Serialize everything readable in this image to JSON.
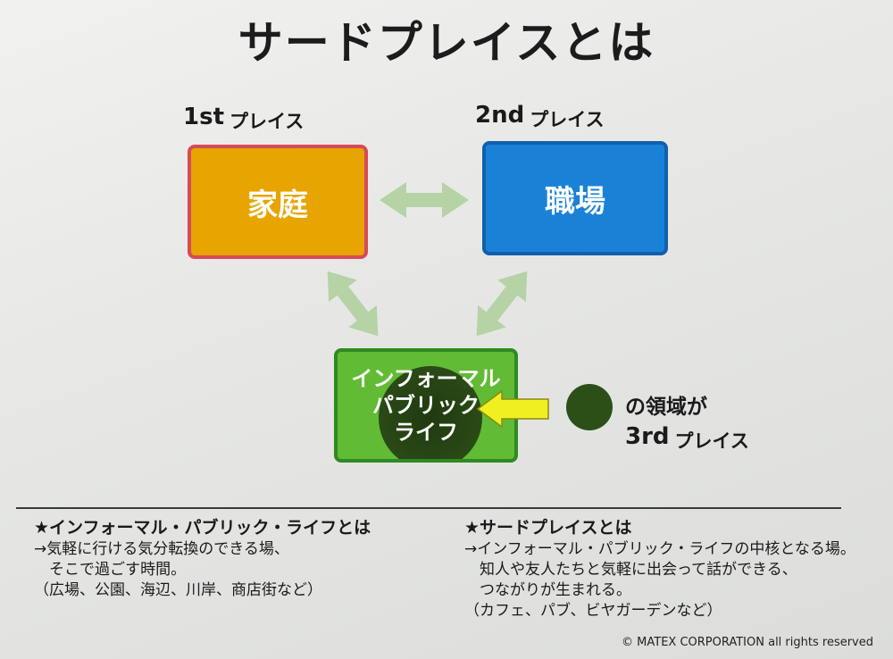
{
  "title": "サードプレイスとは",
  "places": {
    "first": {
      "num": "1st",
      "suffix": "プレイス",
      "box": "家庭"
    },
    "second": {
      "num": "2nd",
      "suffix": "プレイス",
      "box": "職場"
    },
    "informal": {
      "lines": [
        "インフォーマル",
        "パブリック",
        "ライフ"
      ]
    }
  },
  "legend": {
    "text": "の領域が",
    "num": "3rd",
    "suffix": "プレイス"
  },
  "notes": {
    "left": {
      "heading": "★インフォーマル・パブリック・ライフとは",
      "lines": [
        "→気軽に行ける気分転換のできる場、",
        "　そこで過ごす時間。",
        "（広場、公園、海辺、川岸、商店街など）"
      ]
    },
    "right": {
      "heading": "★サードプレイスとは",
      "lines": [
        "→インフォーマル・パブリック・ライフの中核となる場。",
        "　知人や友人たちと気軽に出会って話ができる、",
        "　つながりが生まれる。",
        "（カフェ、パブ、ビヤガーデンなど）"
      ]
    }
  },
  "copyright": "© MATEX CORPORATION all rights reserved",
  "colors": {
    "home_fill": "#e8a400",
    "home_border": "#d64b55",
    "work_fill": "#1a82d6",
    "informal_fill": "#62bb35",
    "arrow_green": "#b5d3a5",
    "arrow_yellow": "#f0f020",
    "third_place_circle": "#2c4f17"
  }
}
